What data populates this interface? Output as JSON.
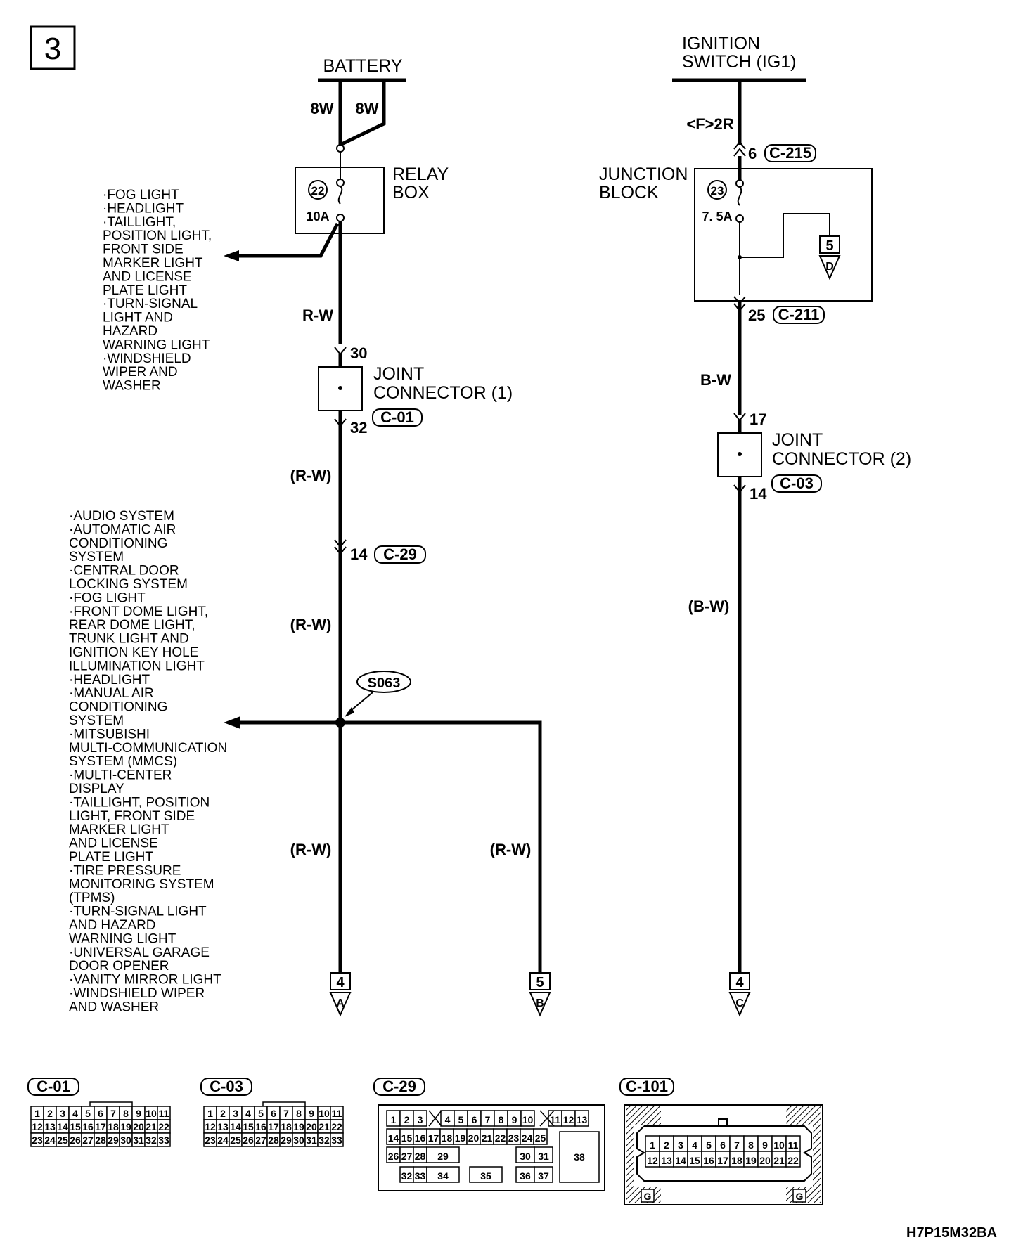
{
  "page_number": "3",
  "sources": {
    "battery": "BATTERY",
    "ignition_line1": "IGNITION",
    "ignition_line2": "SWITCH (IG1)"
  },
  "wire_codes": {
    "battery_left": "8W",
    "battery_right": "8W",
    "ignition": "<F>2R",
    "relay_out": "R-W",
    "rw_a": "(R-W)",
    "rw_b": "(R-W)",
    "rw_c": "(R-W)",
    "rw_d": "(R-W)",
    "jb_out": "B-W",
    "bw_paren": "(B-W)"
  },
  "relay_box": {
    "line1": "RELAY",
    "line2": "BOX",
    "fuse_no": "22",
    "rating": "10A"
  },
  "junction_block": {
    "line1": "JUNCTION",
    "line2": "BLOCK",
    "fuse_no": "23",
    "rating": "7. 5A",
    "branch_page": "5",
    "branch_letter": "D"
  },
  "joint1": {
    "line1": "JOINT",
    "line2": "CONNECTOR (1)",
    "pin_in": "30",
    "pin_out": "32",
    "connector": "C-01"
  },
  "joint2": {
    "line1": "JOINT",
    "line2": "CONNECTOR (2)",
    "pin_in": "17",
    "pin_out": "14",
    "connector": "C-03"
  },
  "pins": {
    "c215_pin": "6",
    "c215": "C-215",
    "c211_pin": "25",
    "c211": "C-211",
    "c29_pin": "14",
    "c29": "C-29"
  },
  "splice": "S063",
  "relay_list": [
    "·FOG LIGHT",
    "·HEADLIGHT",
    "·TAILLIGHT,",
    " POSITION LIGHT,",
    " FRONT SIDE",
    " MARKER LIGHT",
    " AND LICENSE",
    " PLATE LIGHT",
    "·TURN-SIGNAL",
    " LIGHT AND",
    " HAZARD",
    " WARNING LIGHT",
    "·WINDSHIELD",
    " WIPER AND",
    " WASHER"
  ],
  "splice_list": [
    "·AUDIO SYSTEM",
    "·AUTOMATIC AIR",
    " CONDITIONING",
    " SYSTEM",
    "·CENTRAL DOOR",
    " LOCKING SYSTEM",
    "·FOG LIGHT",
    "·FRONT DOME LIGHT,",
    " REAR DOME LIGHT,",
    " TRUNK LIGHT AND",
    " IGNITION KEY HOLE",
    " ILLUMINATION LIGHT",
    "·HEADLIGHT",
    "·MANUAL AIR",
    " CONDITIONING",
    " SYSTEM",
    "·MITSUBISHI",
    " MULTI-COMMUNICATION",
    " SYSTEM (MMCS)",
    "·MULTI-CENTER",
    " DISPLAY",
    "·TAILLIGHT, POSITION",
    " LIGHT, FRONT SIDE",
    " MARKER LIGHT",
    " AND LICENSE",
    " PLATE LIGHT",
    "·TIRE PRESSURE",
    " MONITORING SYSTEM",
    " (TPMS)",
    "·TURN-SIGNAL LIGHT",
    " AND HAZARD",
    " WARNING LIGHT",
    "·UNIVERSAL GARAGE",
    " DOOR OPENER",
    "·VANITY MIRROR LIGHT",
    "·WINDSHIELD WIPER",
    " AND WASHER"
  ],
  "terminals": [
    {
      "page": "4",
      "letter": "A"
    },
    {
      "page": "5",
      "letter": "B"
    },
    {
      "page": "4",
      "letter": "C"
    }
  ],
  "connector_views": [
    {
      "name": "C-01",
      "rows": [
        [
          "1",
          "2",
          "3",
          "4",
          "5",
          "6",
          "7",
          "8",
          "9",
          "10",
          "11"
        ],
        [
          "12",
          "13",
          "14",
          "15",
          "16",
          "17",
          "18",
          "19",
          "20",
          "21",
          "22"
        ],
        [
          "23",
          "24",
          "25",
          "26",
          "27",
          "28",
          "29",
          "30",
          "31",
          "32",
          "33"
        ]
      ]
    },
    {
      "name": "C-03",
      "rows": [
        [
          "1",
          "2",
          "3",
          "4",
          "5",
          "6",
          "7",
          "8",
          "9",
          "10",
          "11"
        ],
        [
          "12",
          "13",
          "14",
          "15",
          "16",
          "17",
          "18",
          "19",
          "20",
          "21",
          "22"
        ],
        [
          "23",
          "24",
          "25",
          "26",
          "27",
          "28",
          "29",
          "30",
          "31",
          "32",
          "33"
        ]
      ]
    },
    {
      "name": "C-29",
      "row1": [
        "1",
        "2",
        "3",
        "4",
        "5",
        "6",
        "7",
        "8",
        "9",
        "10",
        "11",
        "12",
        "13"
      ],
      "row2": [
        "14",
        "15",
        "16",
        "17",
        "18",
        "19",
        "20",
        "21",
        "22",
        "23",
        "24",
        "25"
      ],
      "row3": [
        "26",
        "27",
        "28",
        "29",
        "30",
        "31"
      ],
      "row4": [
        "32",
        "33",
        "34",
        "35",
        "36",
        "37"
      ],
      "big_cell": "38"
    },
    {
      "name": "C-101",
      "rows": [
        [
          "1",
          "2",
          "3",
          "4",
          "5",
          "6",
          "7",
          "8",
          "9",
          "10",
          "11"
        ],
        [
          "12",
          "13",
          "14",
          "15",
          "16",
          "17",
          "18",
          "19",
          "20",
          "21",
          "22"
        ]
      ],
      "ground": "G"
    }
  ],
  "diagram_id": "H7P15M32BA"
}
